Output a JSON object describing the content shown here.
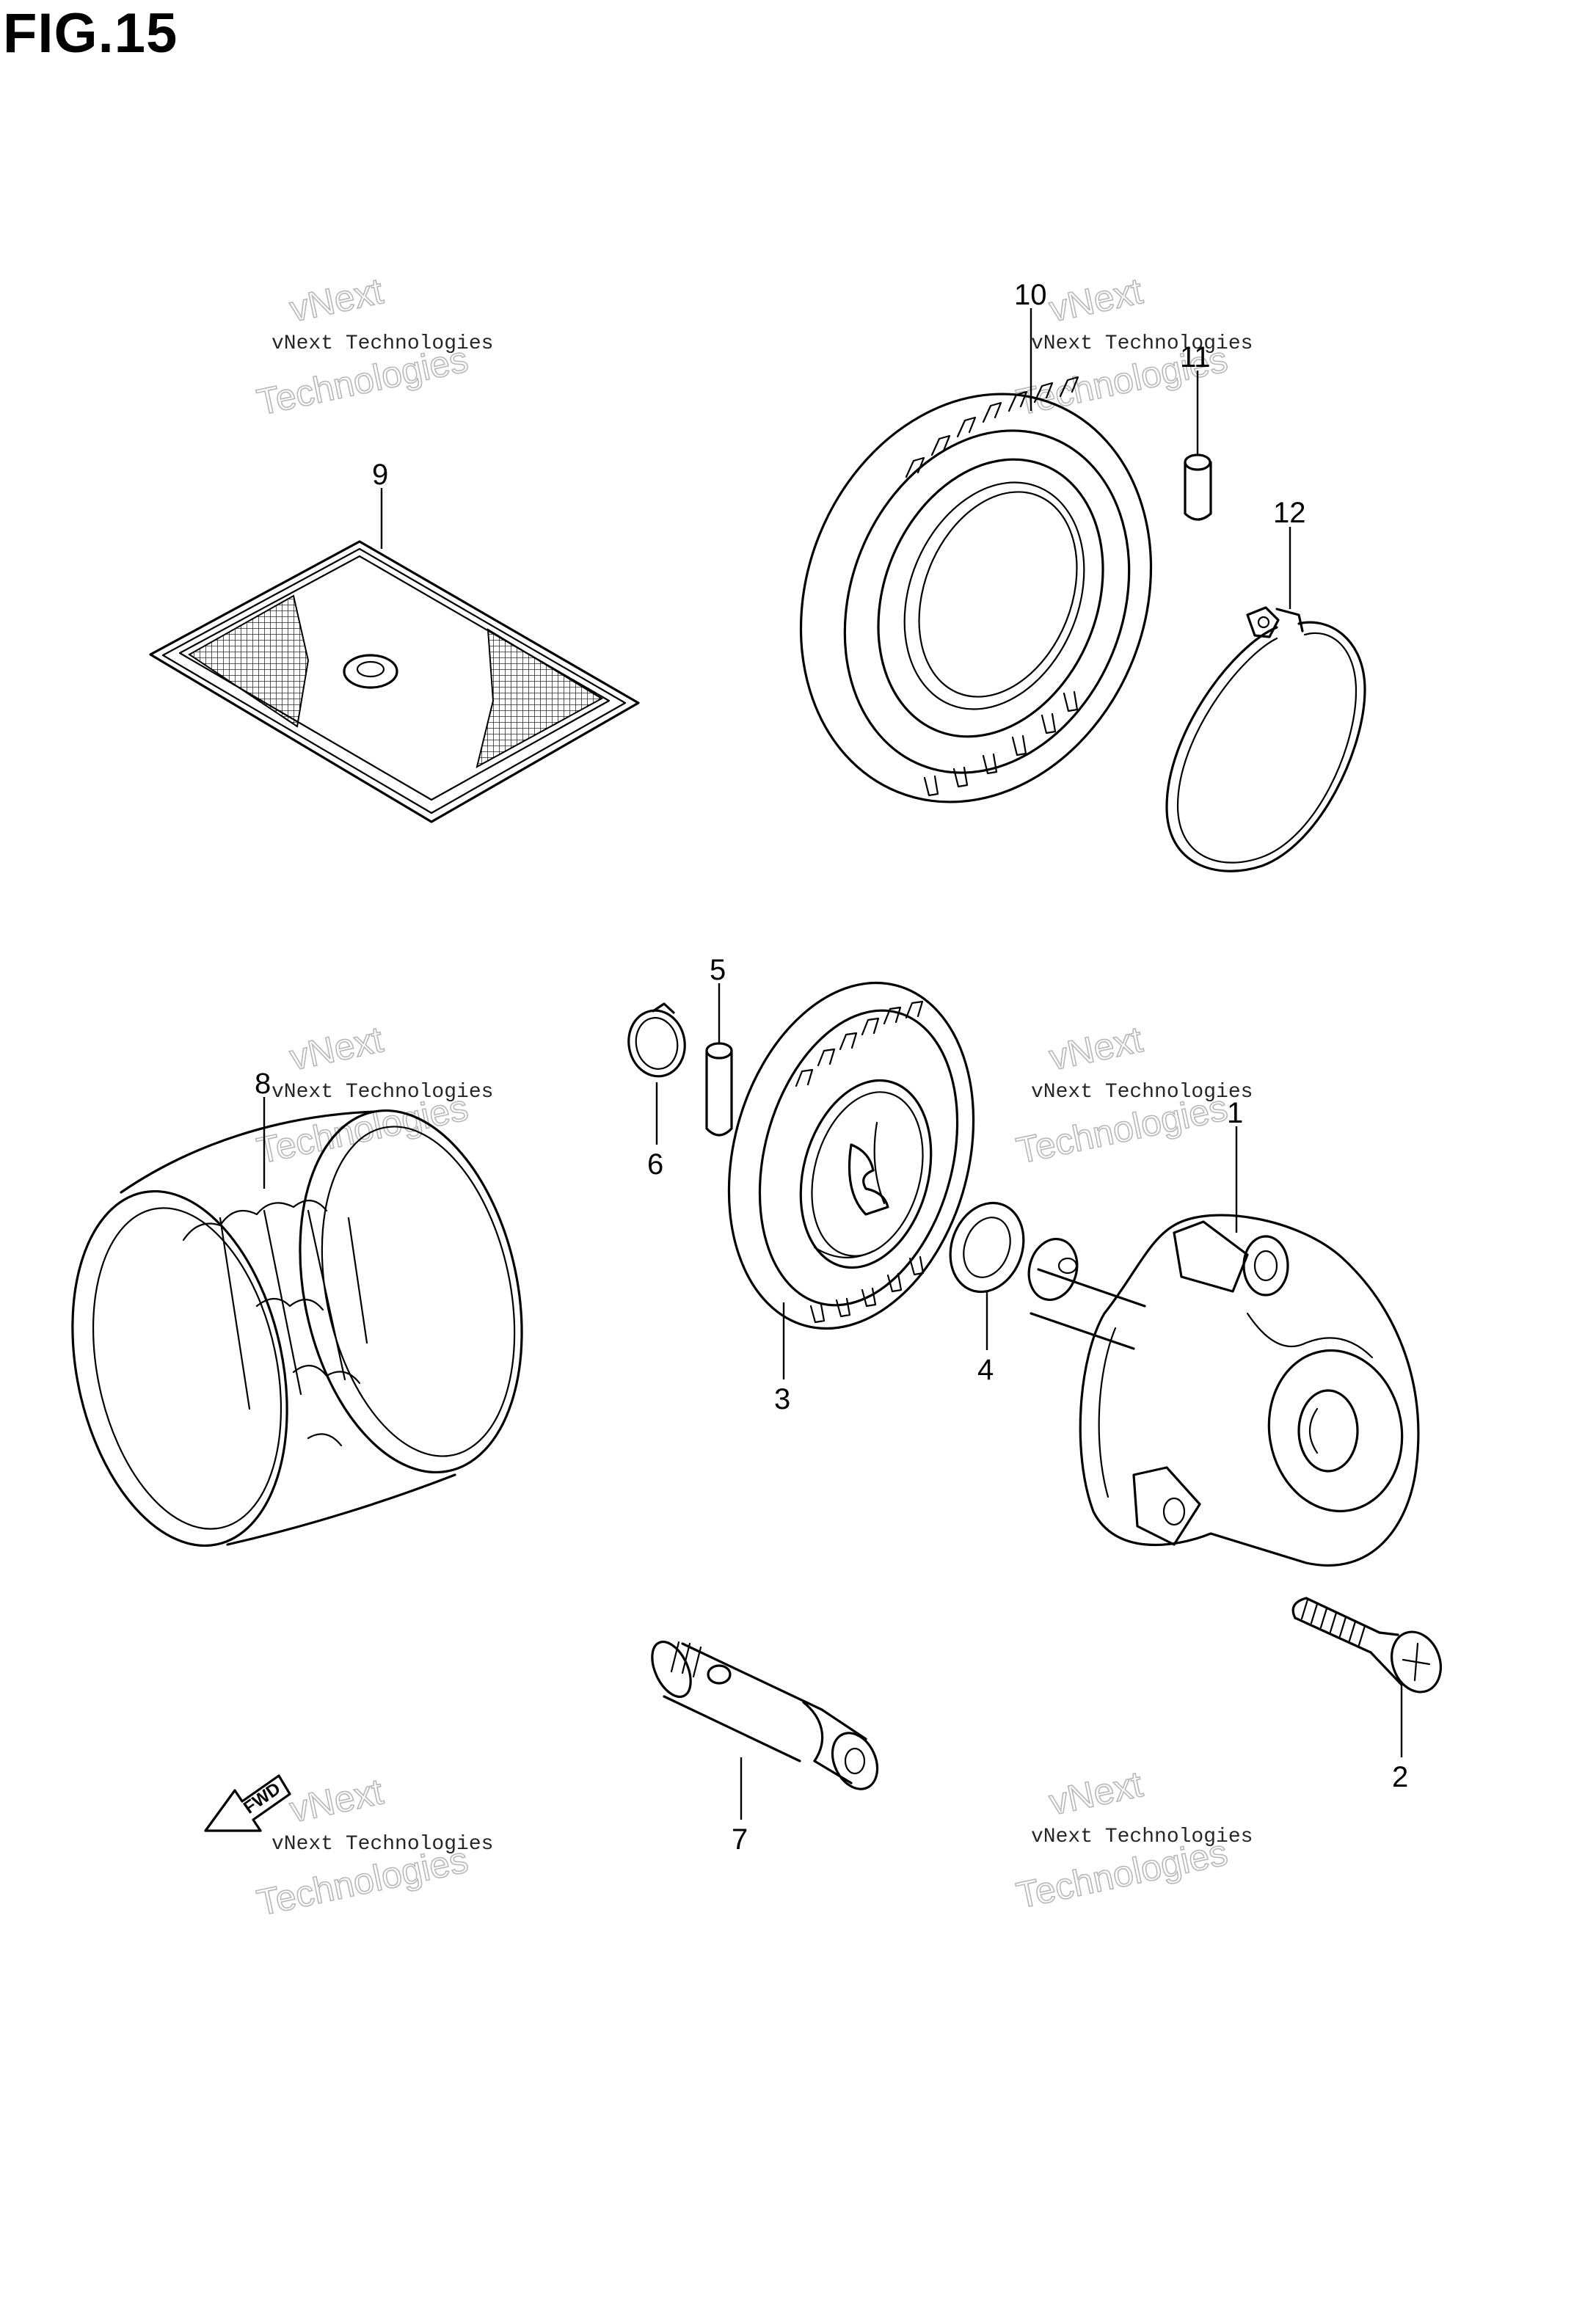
{
  "figure": {
    "title": "FIG.15"
  },
  "callouts": [
    {
      "id": "1",
      "label": "1"
    },
    {
      "id": "2",
      "label": "2"
    },
    {
      "id": "3",
      "label": "3"
    },
    {
      "id": "4",
      "label": "4"
    },
    {
      "id": "5",
      "label": "5"
    },
    {
      "id": "6",
      "label": "6"
    },
    {
      "id": "7",
      "label": "7"
    },
    {
      "id": "8",
      "label": "8"
    },
    {
      "id": "9",
      "label": "9"
    },
    {
      "id": "10",
      "label": "10"
    },
    {
      "id": "11",
      "label": "11"
    },
    {
      "id": "12",
      "label": "12"
    }
  ],
  "watermark": {
    "line1": "vNext Technologies",
    "line2": "Technologies",
    "line3": "vNext"
  },
  "direction_marker": {
    "label": "FWD"
  }
}
